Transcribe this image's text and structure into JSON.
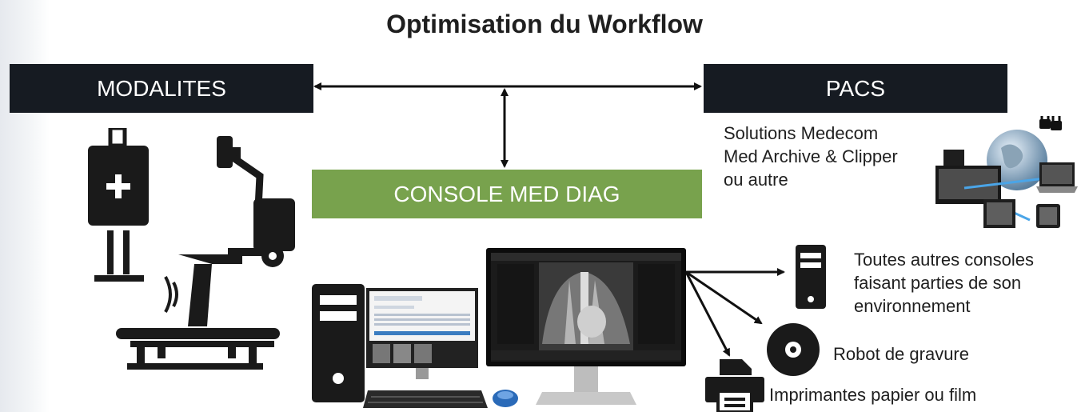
{
  "title": "Optimisation du Workflow",
  "boxes": {
    "modalites": "MODALITES",
    "pacs": "PACS",
    "console": "CONSOLE MED DIAG"
  },
  "pacs_solutions": [
    "Solutions Medecom",
    "Med Archive & Clipper",
    "ou autre"
  ],
  "outputs": {
    "consoles": [
      "Toutes autres consoles",
      "faisant parties de son",
      "environnement"
    ],
    "robot": "Robot de gravure",
    "imprimantes": "Imprimantes papier ou film"
  },
  "colors": {
    "dark": "#161b22",
    "green": "#78a24d"
  }
}
